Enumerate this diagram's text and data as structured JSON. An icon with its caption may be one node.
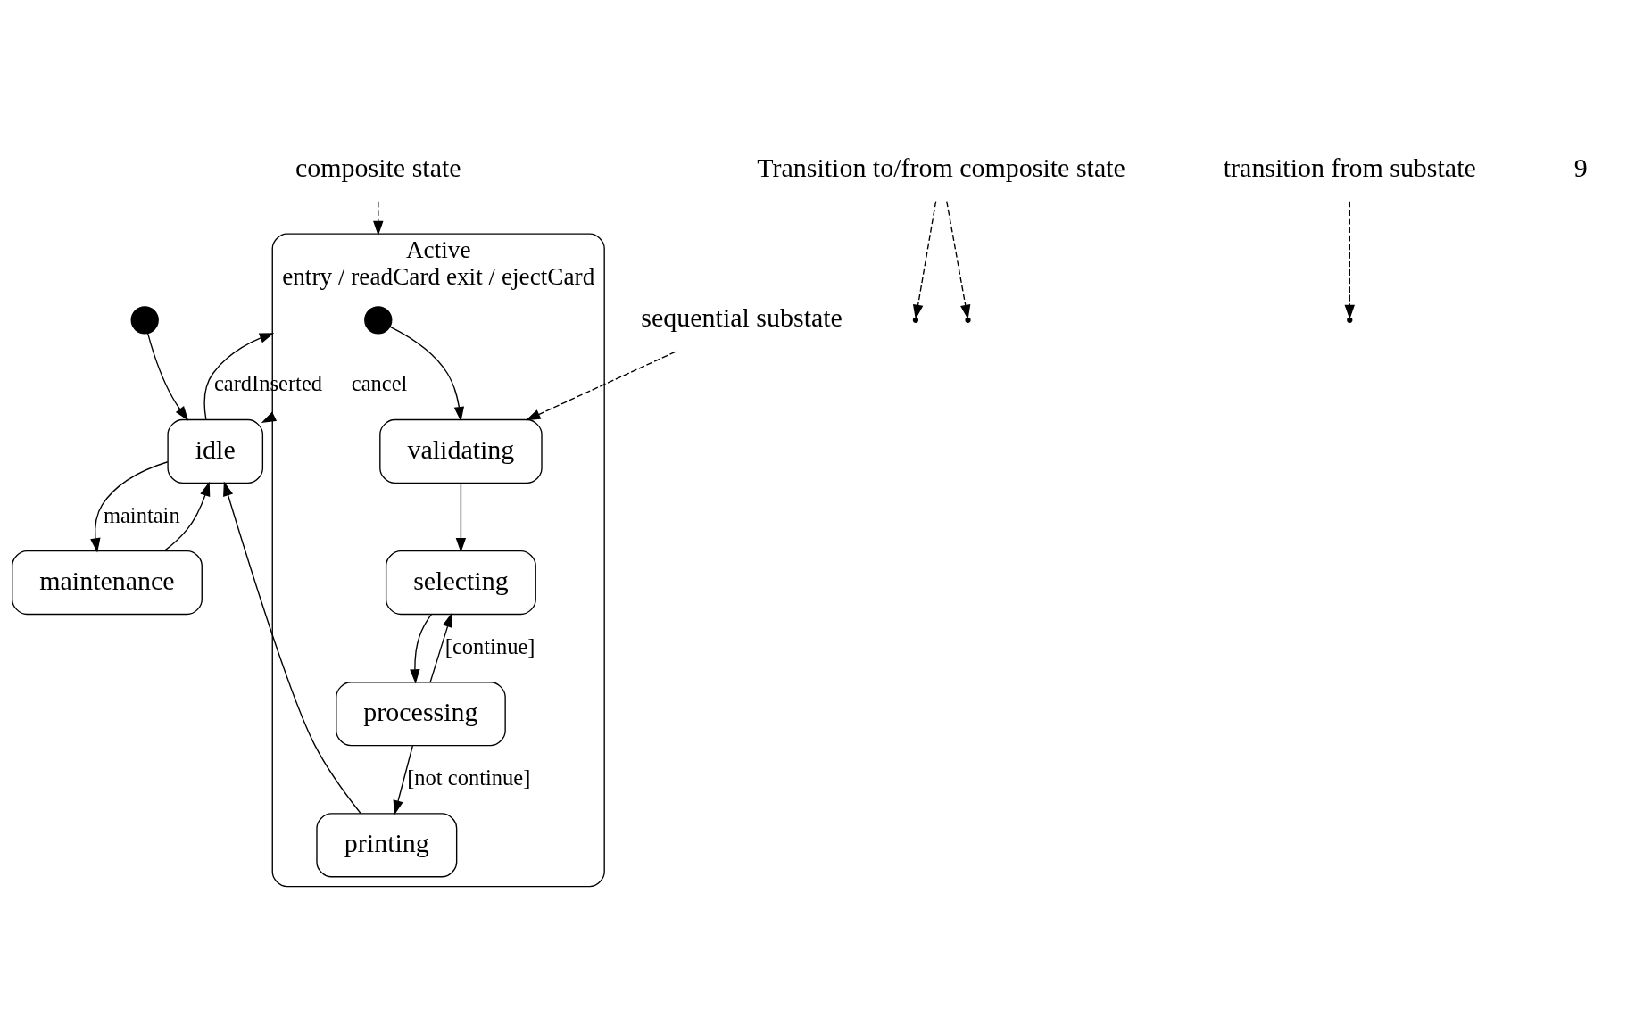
{
  "diagram": {
    "nodes": [
      {
        "text": [],
        "shape": "circle"
      },
      {
        "text": [
          "idle"
        ]
      },
      {
        "text": [
          "maintenance"
        ]
      },
      {
        "text": [
          "Active",
          "entry / readCard exit / ejectCard"
        ]
      },
      {
        "text": [],
        "shape": "circle",
        "in": 3
      },
      {
        "text": [
          "validating"
        ],
        "in": 3
      },
      {
        "text": [
          "selecting"
        ],
        "in": 3
      },
      {
        "text": [
          "processing"
        ],
        "in": 3
      },
      {
        "text": [
          "printing"
        ],
        "in": 3
      },
      {
        "text": [
          "Transition to/from composite state"
        ]
      },
      {
        "text": [
          "composite state"
        ]
      },
      {
        "text": [
          "sequential substate"
        ]
      },
      {
        "text": [
          "transition from substate"
        ]
      }
    ],
    "edges": [
      {
        "from": 0,
        "to": 1,
        "arrow": "to"
      },
      {
        "from": 1,
        "to": 2,
        "arrow": "to",
        "label": "maintain"
      },
      {
        "from": 2,
        "to": 1,
        "arrow": "to"
      },
      {
        "from": 1,
        "to": 3,
        "arrow": "to",
        "label": "cardInserted"
      },
      {
        "from": 3,
        "to": 1,
        "arrow": "to",
        "label": "cancel"
      },
      {
        "from": 4,
        "to": 5,
        "arrow": "to"
      },
      {
        "from": 5,
        "to": 6,
        "arrow": "to"
      },
      {
        "from": 6,
        "to": 7,
        "arrow": "to"
      },
      {
        "from": 7,
        "to": 6,
        "arrow": "to",
        "label": "[continue]"
      },
      {
        "from": 7,
        "to": 8,
        "arrow": "to",
        "label": "[not continue]"
      },
      {
        "from": 8,
        "to": 1,
        "arrow": "to"
      },
      {
        "from": 9,
        "to": null,
        "arrow": "to",
        "style": "dashed"
      },
      {
        "from": 9,
        "to": null,
        "arrow": "to",
        "style": "dashed"
      },
      {
        "from": 10,
        "to": 3,
        "arrow": "to",
        "style": "dashed"
      },
      {
        "from": 11,
        "to": 5,
        "arrow": "to",
        "style": "dashed"
      },
      {
        "from": 12,
        "to": null,
        "arrow": "to",
        "style": "dashed"
      }
    ],
    "labels": [
      "9"
    ]
  }
}
